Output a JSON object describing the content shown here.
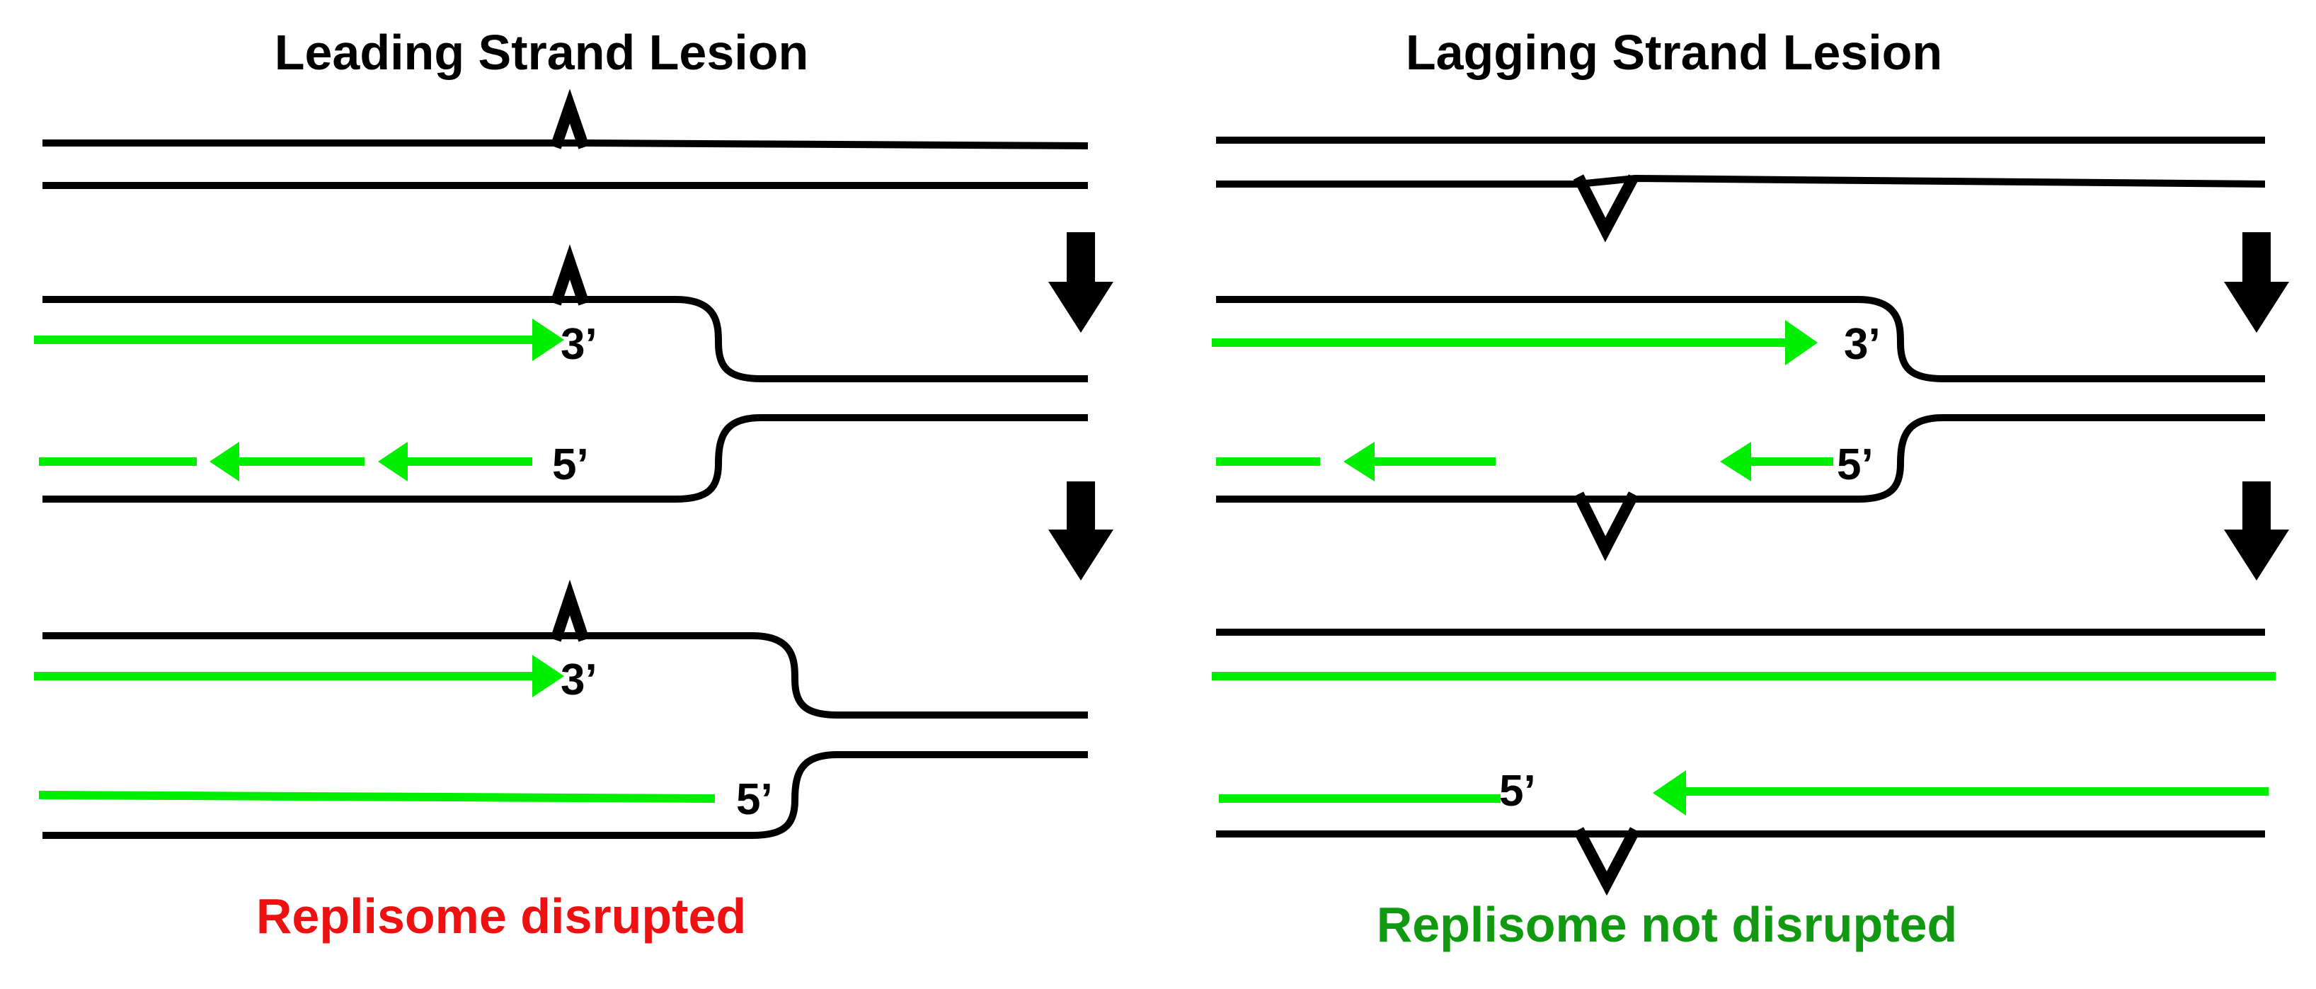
{
  "panels": {
    "leading": {
      "title": "Leading Strand Lesion",
      "outcome": "Replisome disrupted",
      "outcome_color": "#ee1111",
      "labels": {
        "stage2_3prime": "3’",
        "stage2_5prime": "5’",
        "stage3_3prime": "3’",
        "stage3_5prime": "5’"
      }
    },
    "lagging": {
      "title": "Lagging Strand Lesion",
      "outcome": "Replisome not disrupted",
      "outcome_color": "#119911",
      "labels": {
        "stage2_3prime": "3’",
        "stage2_5prime": "5’",
        "stage3_5prime": "5’"
      }
    }
  },
  "colors": {
    "parental_dna": "#000000",
    "nascent_dna": "#00ee00",
    "step_arrow": "#000000"
  },
  "icons": {
    "lesion": "chevron-lesion-icon",
    "step": "down-arrow-icon"
  }
}
